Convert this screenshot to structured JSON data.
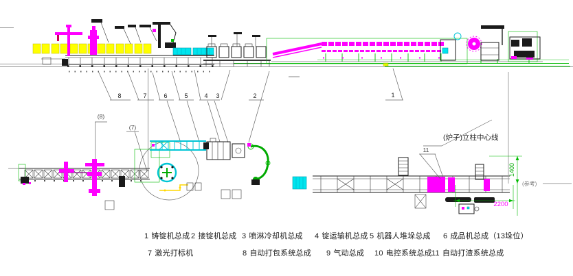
{
  "colors": {
    "accent_magenta": "#FF00FF",
    "accent_yellow": "#FFFF00",
    "accent_cyan": "#00E5EE",
    "accent_green": "#00BB00",
    "line_black": "#1a1a1a"
  },
  "callouts_top": [
    "8",
    "7",
    "6",
    "5",
    "4",
    "3",
    "2",
    "1"
  ],
  "plan_callouts": {
    "packing_ref": "(8)",
    "laser_ref": "(7)",
    "slag_ref": "11"
  },
  "annotations": {
    "furnace_centerline": "(炉子)立柱中心线",
    "dim_height": "1400",
    "dim_width": "2200",
    "reference": "(参考)"
  },
  "legend": {
    "row1": [
      {
        "num": "1",
        "label": "铸锭机总成"
      },
      {
        "num": "2",
        "label": "接锭机总成"
      },
      {
        "num": "3",
        "label": "喷淋冷却机总成"
      },
      {
        "num": "4",
        "label": "锭运输机总成"
      },
      {
        "num": "5",
        "label": "机器人堆垛总成"
      },
      {
        "num": "6",
        "label": "成品机总成（13垛位）"
      }
    ],
    "row2": [
      {
        "num": "7",
        "label": "激光打标机"
      },
      {
        "num": "8",
        "label": "自动打包系统总成"
      },
      {
        "num": "9",
        "label": "气动总成"
      },
      {
        "num": "10",
        "label": "电控系统总成"
      },
      {
        "num": "11",
        "label": "自动打渣系统总成"
      }
    ]
  }
}
